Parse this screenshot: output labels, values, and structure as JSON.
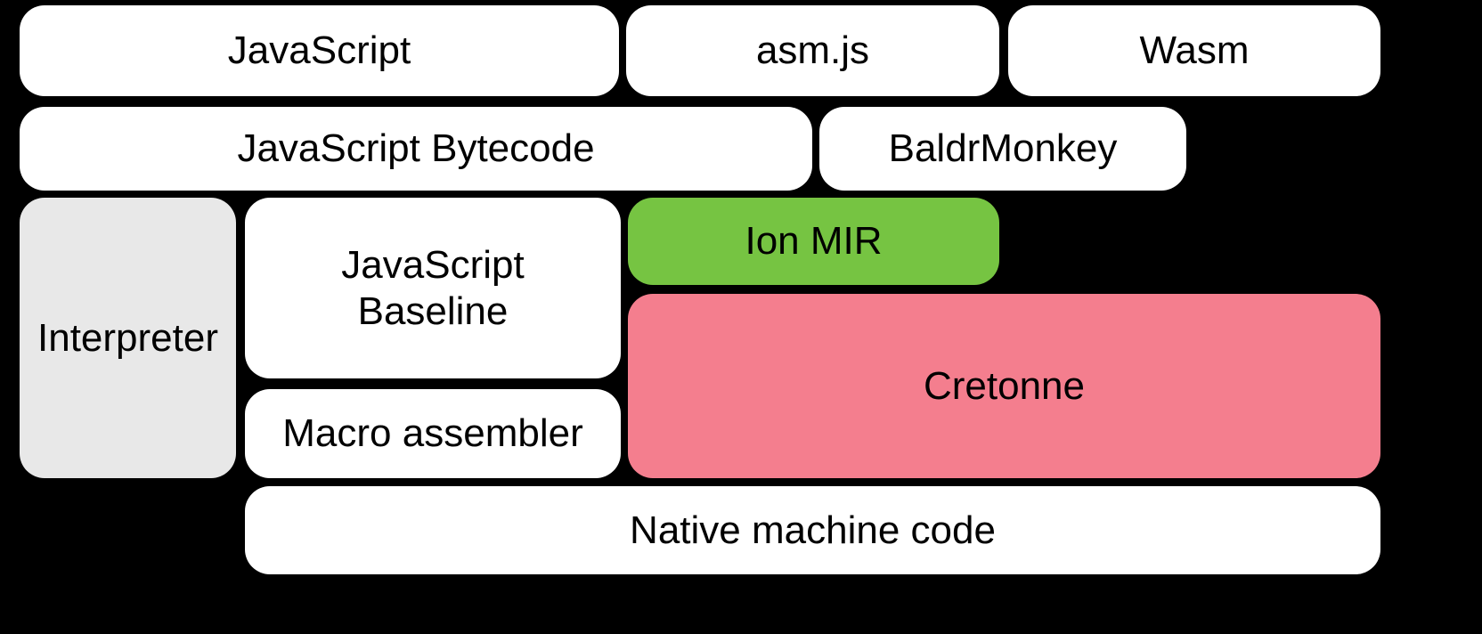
{
  "diagram": {
    "title": "SpiderMonkey compilation pipeline layers",
    "background_color": "#000000",
    "palette": {
      "white": "#ffffff",
      "gray": "#e8e8e8",
      "green": "#76c442",
      "pink": "#f47e8e",
      "text": "#000000"
    },
    "rows": [
      {
        "name": "source-languages",
        "nodes": [
          "javascript",
          "asmjs",
          "wasm"
        ]
      },
      {
        "name": "intermediate-representations",
        "nodes": [
          "js_bytecode",
          "baldrmonkey"
        ]
      },
      {
        "name": "execution-engines",
        "nodes": [
          "interpreter",
          "js_baseline",
          "macro_assembler",
          "ion_mir",
          "cretonne"
        ]
      },
      {
        "name": "output",
        "nodes": [
          "native_code"
        ]
      }
    ],
    "nodes": {
      "javascript": {
        "label": "JavaScript",
        "color": "#ffffff"
      },
      "asmjs": {
        "label": "asm.js",
        "color": "#ffffff"
      },
      "wasm": {
        "label": "Wasm",
        "color": "#ffffff"
      },
      "js_bytecode": {
        "label": "JavaScript Bytecode",
        "color": "#ffffff"
      },
      "baldrmonkey": {
        "label": "BaldrMonkey",
        "color": "#ffffff"
      },
      "interpreter": {
        "label": "Interpreter",
        "color": "#e8e8e8"
      },
      "js_baseline": {
        "label": "JavaScript\nBaseline",
        "color": "#ffffff"
      },
      "macro_assembler": {
        "label": "Macro assembler",
        "color": "#ffffff"
      },
      "ion_mir": {
        "label": "Ion MIR",
        "color": "#76c442"
      },
      "cretonne": {
        "label": "Cretonne",
        "color": "#f47e8e"
      },
      "native_code": {
        "label": "Native machine code",
        "color": "#ffffff"
      }
    }
  }
}
